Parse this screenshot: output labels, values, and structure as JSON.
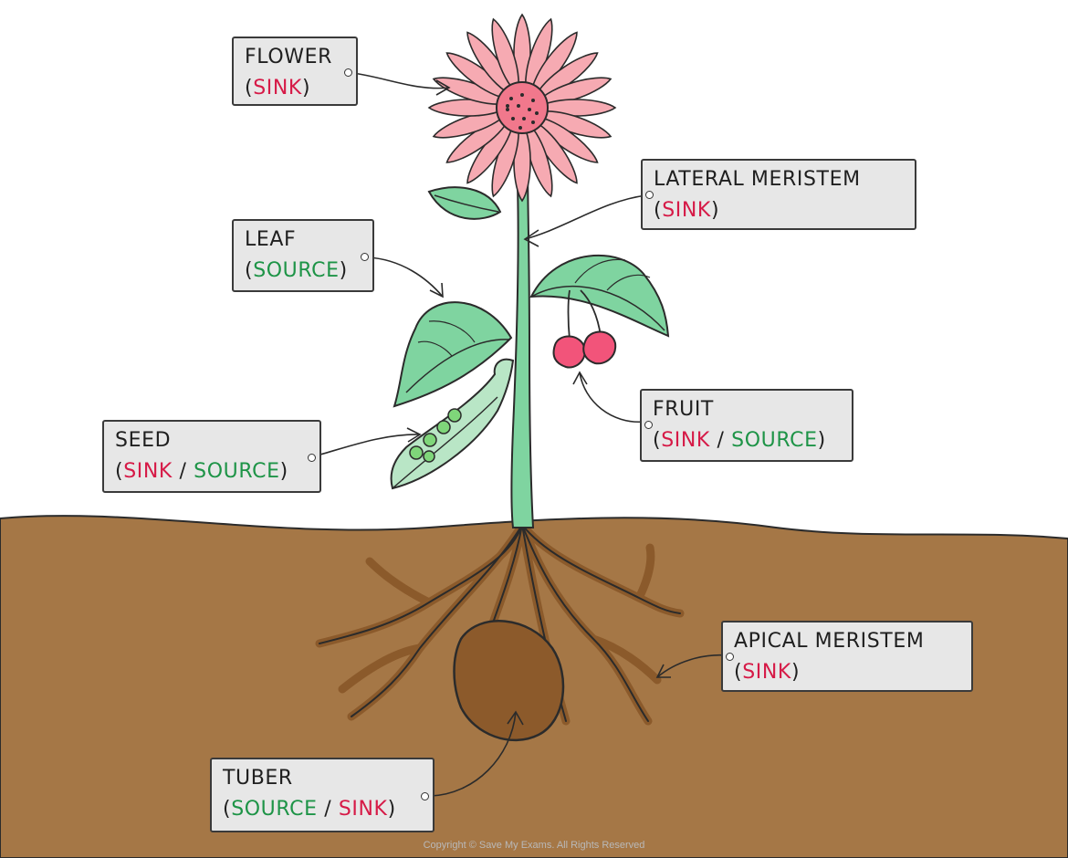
{
  "labels": {
    "flower": {
      "name": "FLOWER",
      "role1": "SINK"
    },
    "lateral_meristem": {
      "name": "LATERAL MERISTEM",
      "role1": "SINK"
    },
    "leaf": {
      "name": "LEAF",
      "role1": "SOURCE"
    },
    "seed": {
      "name": "SEED",
      "role1": "SINK",
      "sep": "/",
      "role2": "SOURCE"
    },
    "fruit": {
      "name": "FRUIT",
      "role1": "SINK",
      "sep": "/",
      "role2": "SOURCE"
    },
    "apical_meristem": {
      "name": "APICAL MERISTEM",
      "role1": "SINK"
    },
    "tuber": {
      "name": "TUBER",
      "role1": "SOURCE",
      "sep": "/",
      "role2": "SINK"
    }
  },
  "punct": {
    "open": "(",
    "close": ")"
  },
  "copyright": "Copyright © Save My Exams. All Rights Reserved",
  "colors": {
    "sink": "#d61a47",
    "source": "#1e9447",
    "soil": "#a57746",
    "tuber": "#8c5a2b",
    "petal": "#f6aab2",
    "leaf": "#7fd4a0",
    "fruit": "#f2547a"
  }
}
